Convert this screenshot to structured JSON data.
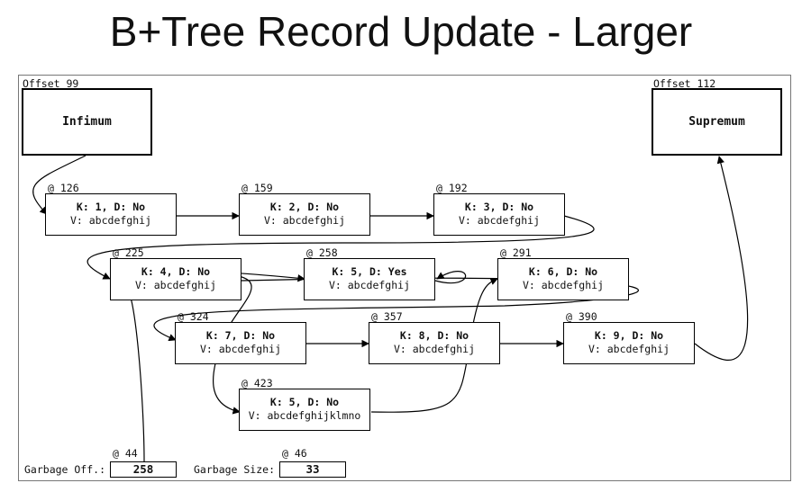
{
  "title": "B+Tree Record Update - Larger",
  "infimum": {
    "offset_label": "Offset 99",
    "name": "Infimum"
  },
  "supremum": {
    "offset_label": "Offset 112",
    "name": "Supremum"
  },
  "records": [
    {
      "addr": "@ 126",
      "key": "K: 1, D: No",
      "value": "V: abcdefghij"
    },
    {
      "addr": "@ 159",
      "key": "K: 2, D: No",
      "value": "V: abcdefghij"
    },
    {
      "addr": "@ 192",
      "key": "K: 3, D: No",
      "value": "V: abcdefghij"
    },
    {
      "addr": "@ 225",
      "key": "K: 4, D: No",
      "value": "V: abcdefghij"
    },
    {
      "addr": "@ 258",
      "key": "K: 5, D: Yes",
      "value": "V: abcdefghij"
    },
    {
      "addr": "@ 291",
      "key": "K: 6, D: No",
      "value": "V: abcdefghij"
    },
    {
      "addr": "@ 324",
      "key": "K: 7, D: No",
      "value": "V: abcdefghij"
    },
    {
      "addr": "@ 357",
      "key": "K: 8, D: No",
      "value": "V: abcdefghij"
    },
    {
      "addr": "@ 390",
      "key": "K: 9, D: No",
      "value": "V: abcdefghij"
    },
    {
      "addr": "@ 423",
      "key": "K: 5, D: No",
      "value": "V: abcdefghijklmno"
    }
  ],
  "garbage_offset": {
    "addr": "@ 44",
    "label": "Garbage Off.:",
    "value": "258"
  },
  "garbage_size": {
    "addr": "@ 46",
    "label": "Garbage Size:",
    "value": "33"
  }
}
